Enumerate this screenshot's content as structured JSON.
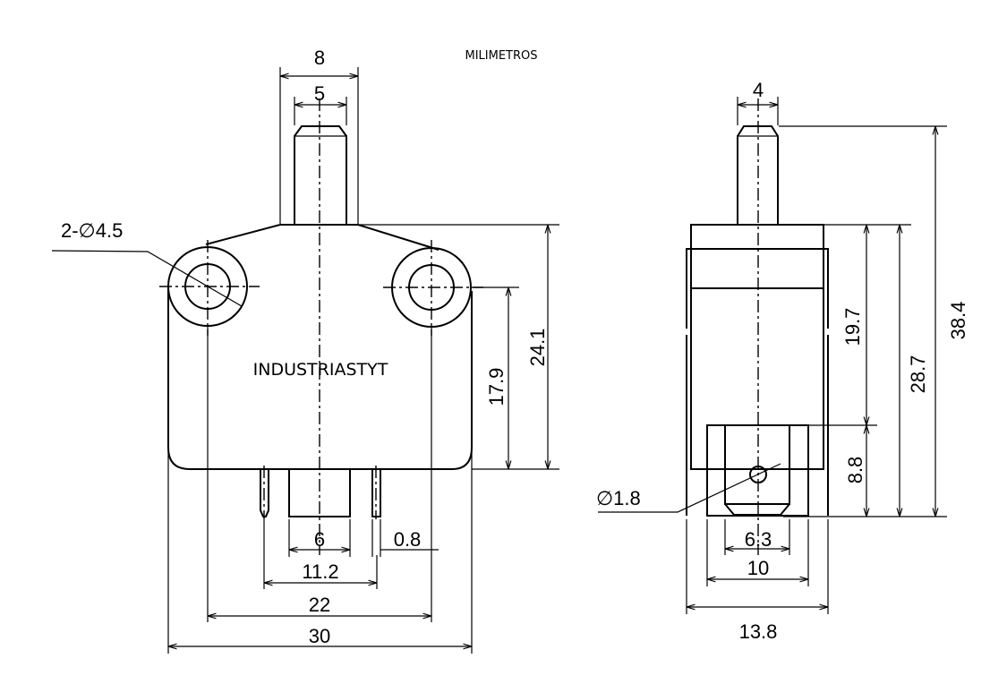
{
  "units_label": "MILIMETROS",
  "brand": "INDUSTRIASTYT",
  "front_view": {
    "dim_plunger_outer": "8",
    "dim_plunger_inner": "5",
    "dim_holes": "2-∅4.5",
    "dim_total_height": "24.1",
    "dim_hole_height": "17.9",
    "dim_center_terminal": "6",
    "dim_pin_width": "0.8",
    "dim_pin_spacing": "11.2",
    "dim_hole_spacing": "22",
    "dim_total_width": "30"
  },
  "side_view": {
    "dim_plunger": "4",
    "dim_overall_height": "38.4",
    "dim_body_height": "28.7",
    "dim_upper_height": "19.7",
    "dim_lower_height": "8.8",
    "dim_hole": "∅1.8",
    "dim_inner_width": "6.3",
    "dim_block_width": "10",
    "dim_total_width": "13.8"
  }
}
